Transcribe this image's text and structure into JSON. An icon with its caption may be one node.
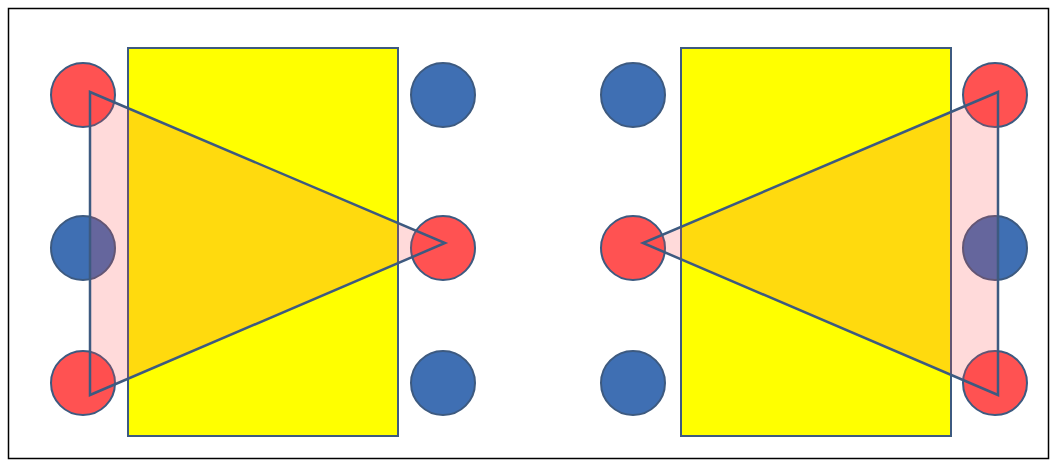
{
  "diagram": {
    "nodes": [
      {
        "text": [],
        "shape": "box"
      },
      {
        "text": [],
        "shape": "box"
      },
      {
        "text": [],
        "shape": "circle"
      },
      {
        "text": [],
        "shape": "circle"
      },
      {
        "text": [],
        "shape": "circle"
      },
      {
        "text": [],
        "shape": "circle"
      },
      {
        "text": [],
        "shape": "circle"
      },
      {
        "text": [],
        "shape": "circle"
      },
      {
        "text": [],
        "shape": "circle"
      },
      {
        "text": [],
        "shape": "circle"
      },
      {
        "text": [],
        "shape": "circle"
      },
      {
        "text": [],
        "shape": "circle"
      },
      {
        "text": [],
        "shape": "circle"
      },
      {
        "text": [],
        "shape": "circle"
      },
      {
        "text": [],
        "shape": "triangle"
      },
      {
        "text": [],
        "shape": "triangle"
      }
    ]
  }
}
